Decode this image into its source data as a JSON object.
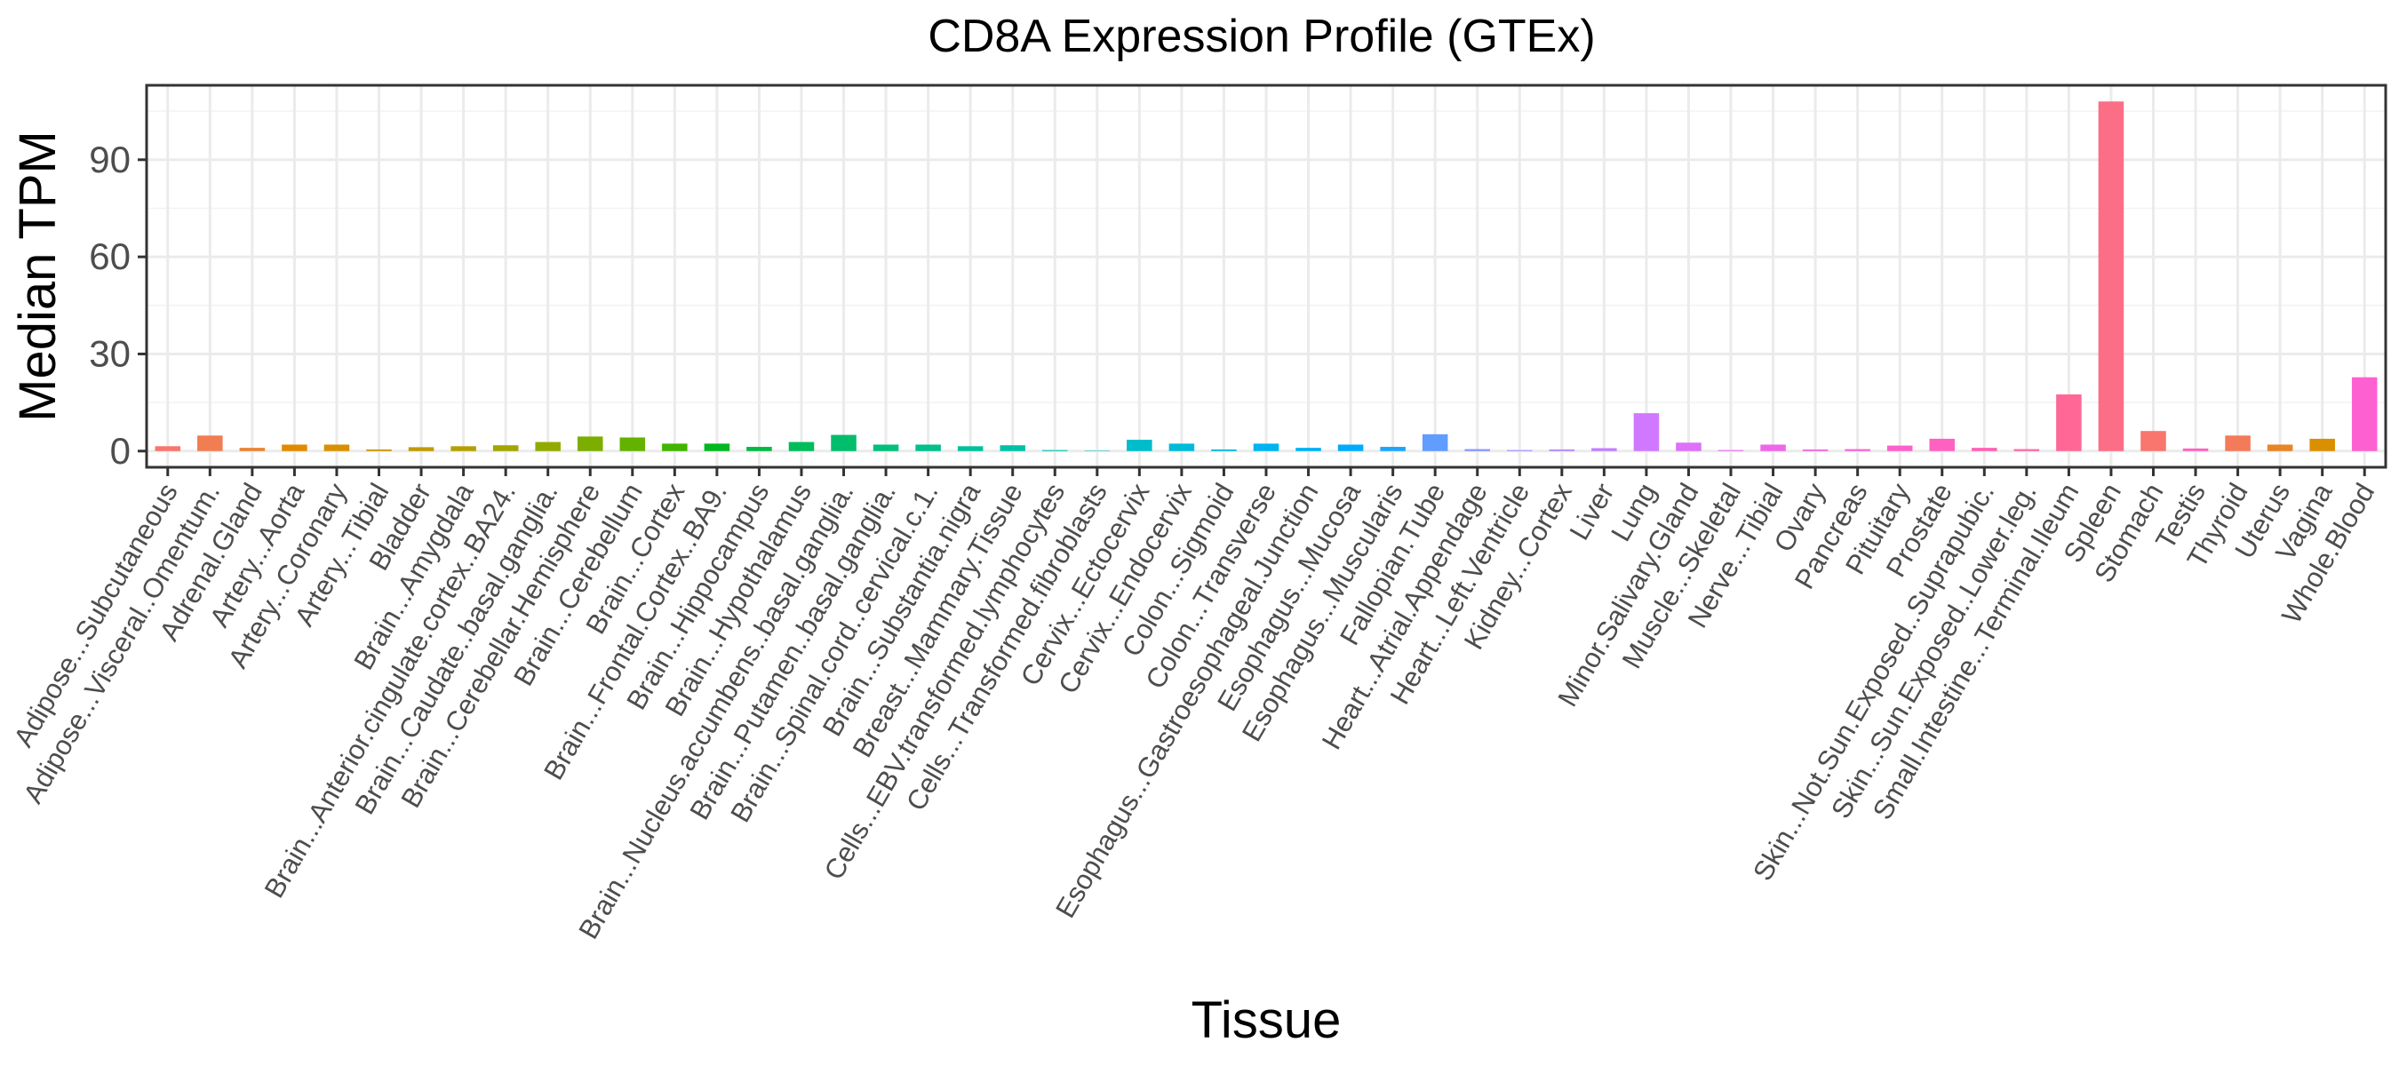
{
  "chart_data": {
    "type": "bar",
    "title": "CD8A Expression Profile (GTEx)",
    "xlabel": "Tissue",
    "ylabel": "Median TPM",
    "ylim": [
      -5,
      113
    ],
    "yticks": [
      0,
      30,
      60,
      90
    ],
    "grid": true,
    "legend": "none",
    "categories": [
      "Adipose...Subcutaneous",
      "Adipose...Visceral..Omentum.",
      "Adrenal.Gland",
      "Artery...Aorta",
      "Artery...Coronary",
      "Artery...Tibial",
      "Bladder",
      "Brain...Amygdala",
      "Brain...Anterior.cingulate.cortex..BA24.",
      "Brain...Caudate..basal.ganglia.",
      "Brain...Cerebellar.Hemisphere",
      "Brain...Cerebellum",
      "Brain...Cortex",
      "Brain...Frontal.Cortex..BA9.",
      "Brain...Hippocampus",
      "Brain...Hypothalamus",
      "Brain...Nucleus.accumbens..basal.ganglia.",
      "Brain...Putamen..basal.ganglia.",
      "Brain...Spinal.cord..cervical.c.1.",
      "Brain...Substantia.nigra",
      "Breast...Mammary.Tissue",
      "Cells...EBV.transformed.lymphocytes",
      "Cells...Transformed.fibroblasts",
      "Cervix...Ectocervix",
      "Cervix...Endocervix",
      "Colon...Sigmoid",
      "Colon...Transverse",
      "Esophagus...Gastroesophageal.Junction",
      "Esophagus...Mucosa",
      "Esophagus...Muscularis",
      "Fallopian.Tube",
      "Heart...Atrial.Appendage",
      "Heart...Left.Ventricle",
      "Kidney...Cortex",
      "Liver",
      "Lung",
      "Minor.Salivary.Gland",
      "Muscle...Skeletal",
      "Nerve...Tibial",
      "Ovary",
      "Pancreas",
      "Pituitary",
      "Prostate",
      "Skin...Not.Sun.Exposed..Suprapubic.",
      "Skin...Sun.Exposed..Lower.leg.",
      "Small.Intestine...Terminal.Ileum",
      "Spleen",
      "Stomach",
      "Testis",
      "Thyroid",
      "Uterus",
      "Vagina",
      "Whole.Blood"
    ],
    "values": [
      1.5,
      4.8,
      1.0,
      2.0,
      2.0,
      0.5,
      1.2,
      1.5,
      1.8,
      2.8,
      4.5,
      4.2,
      2.3,
      2.3,
      1.3,
      2.8,
      5.0,
      2.0,
      2.0,
      1.5,
      1.8,
      0.3,
      0.1,
      3.5,
      2.3,
      0.5,
      2.3,
      1.0,
      2.0,
      1.3,
      5.2,
      0.6,
      0.3,
      0.5,
      0.9,
      11.7,
      2.6,
      0.3,
      2.0,
      0.5,
      0.6,
      1.7,
      3.8,
      1.0,
      0.6,
      17.5,
      108.0,
      6.2,
      0.8,
      4.8,
      2.0,
      3.8,
      22.8
    ],
    "colors": [
      "#F8766D",
      "#F27D52",
      "#EA8331",
      "#E18A00",
      "#D89000",
      "#CC9600",
      "#C09B00",
      "#B3A000",
      "#A3A500",
      "#92AA00",
      "#7CAE00",
      "#64B200",
      "#41B500",
      "#00B81F",
      "#00BA42",
      "#00BC59",
      "#00BE6C",
      "#00C07C",
      "#00C08C",
      "#00C19A",
      "#00C1A7",
      "#00C0B4",
      "#00BFC0",
      "#00BDCC",
      "#00BBD8",
      "#00B8E3",
      "#00B4EF",
      "#00B0F6",
      "#00ABFD",
      "#1BA5FF",
      "#619CFF",
      "#8495FF",
      "#9D8EFF",
      "#B186FF",
      "#C27FFF",
      "#D078FF",
      "#DC71FA",
      "#E56CF2",
      "#EE67EA",
      "#F464E1",
      "#F962D7",
      "#FC61CB",
      "#FF61C0",
      "#FF61B3",
      "#FF64A4",
      "#FF6896",
      "#FC6E86",
      "#F8766D",
      "#FF61C3",
      "#F37B59",
      "#E88526",
      "#DA8F00",
      "#FD61D1"
    ]
  }
}
